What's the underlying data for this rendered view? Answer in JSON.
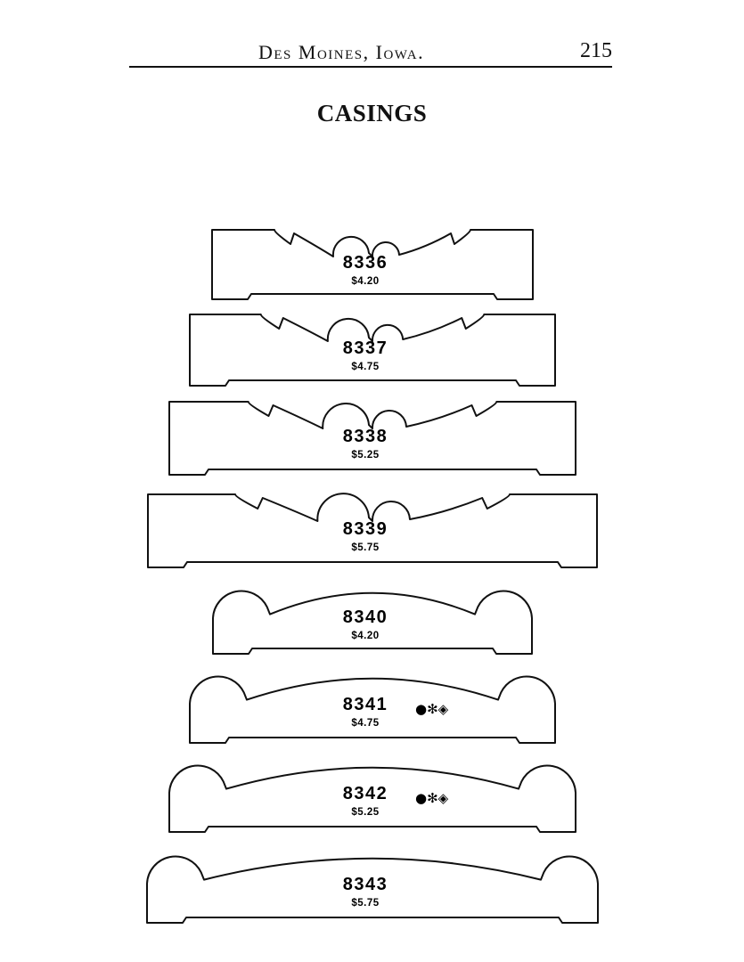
{
  "header": {
    "running_head": "Des Moines, Iowa.",
    "page_number": "215"
  },
  "title": "CASINGS",
  "colors": {
    "ink": "#111111",
    "paper": "#ffffff"
  },
  "casings": [
    {
      "number": "8336",
      "price": "$4.20",
      "profile": "ogee",
      "marks": ""
    },
    {
      "number": "8337",
      "price": "$4.75",
      "profile": "ogee",
      "marks": ""
    },
    {
      "number": "8338",
      "price": "$5.25",
      "profile": "ogee",
      "marks": ""
    },
    {
      "number": "8339",
      "price": "$5.75",
      "profile": "ogee",
      "marks": ""
    },
    {
      "number": "8340",
      "price": "$4.20",
      "profile": "round",
      "marks": ""
    },
    {
      "number": "8341",
      "price": "$4.75",
      "profile": "round",
      "marks": "●✻◈"
    },
    {
      "number": "8342",
      "price": "$5.25",
      "profile": "round",
      "marks": "●✻◈"
    },
    {
      "number": "8343",
      "price": "$5.75",
      "profile": "round",
      "marks": ""
    }
  ]
}
